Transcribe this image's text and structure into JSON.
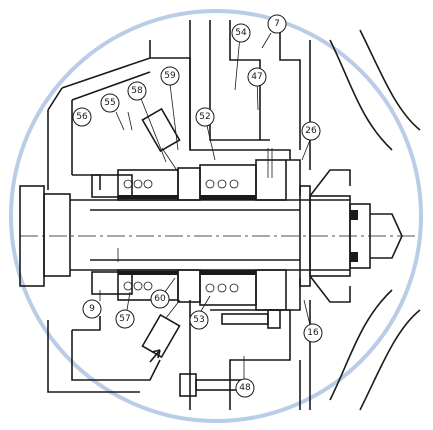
{
  "figure": {
    "lens_circle_color": "#b9cde6",
    "line_color": "#1a1a1a"
  },
  "callouts": [
    {
      "id": "c7",
      "label": "7"
    },
    {
      "id": "c54",
      "label": "54"
    },
    {
      "id": "c47",
      "label": "47"
    },
    {
      "id": "c59",
      "label": "59"
    },
    {
      "id": "c58",
      "label": "58"
    },
    {
      "id": "c55",
      "label": "55"
    },
    {
      "id": "c56",
      "label": "56"
    },
    {
      "id": "c52",
      "label": "52"
    },
    {
      "id": "c26",
      "label": "26"
    },
    {
      "id": "c9",
      "label": "9"
    },
    {
      "id": "c60",
      "label": "60"
    },
    {
      "id": "c57",
      "label": "57"
    },
    {
      "id": "c53",
      "label": "53"
    },
    {
      "id": "c16",
      "label": "16"
    },
    {
      "id": "c48",
      "label": "48"
    }
  ]
}
